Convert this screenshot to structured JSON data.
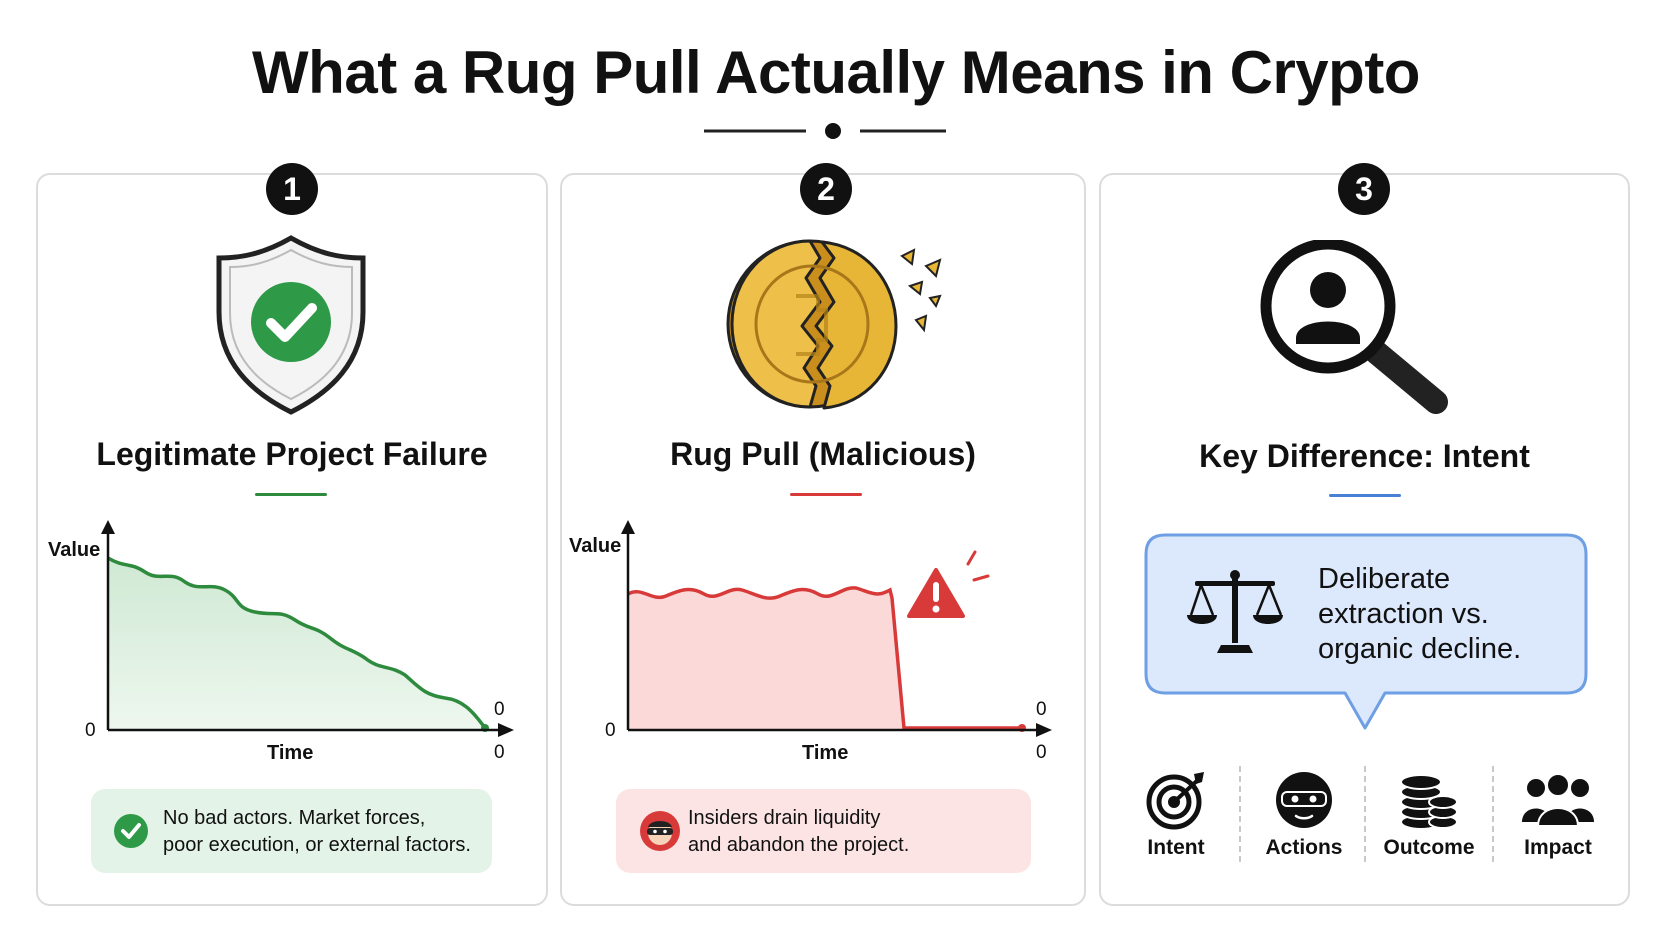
{
  "title": "What a Rug Pull Actually Means in Crypto",
  "colors": {
    "green": "#2e8b3e",
    "red": "#d83a3a",
    "blue": "#4a7fd6",
    "gold": "#e8b637"
  },
  "cards": [
    {
      "number": "1",
      "title": "Legitimate Project Failure",
      "icon": "shield-check-icon",
      "chart": {
        "ylabel": "Value",
        "xlabel": "Time",
        "y_origin": "0",
        "x_end": "0",
        "y_end": "0"
      },
      "note": {
        "line1": "No bad actors. Market forces,",
        "line2": "poor execution, or external factors.",
        "icon": "check-circle-icon"
      }
    },
    {
      "number": "2",
      "title": "Rug Pull (Malicious)",
      "icon": "broken-coin-icon",
      "chart": {
        "ylabel": "Value",
        "xlabel": "Time",
        "y_origin": "0",
        "x_end": "0",
        "y_end": "0"
      },
      "note": {
        "line1": "Insiders drain liquidity",
        "line2": "and abandon the project.",
        "icon": "masked-thief-icon"
      }
    },
    {
      "number": "3",
      "title": "Key Difference: Intent",
      "icon": "magnifier-person-icon",
      "bubble": {
        "line1": "Deliberate",
        "line2": "extraction vs.",
        "line3": "organic decline.",
        "icon": "scales-icon"
      },
      "factors": [
        {
          "label": "Intent",
          "icon": "target-icon"
        },
        {
          "label": "Actions",
          "icon": "masked-face-icon"
        },
        {
          "label": "Outcome",
          "icon": "coin-stack-icon"
        },
        {
          "label": "Impact",
          "icon": "people-group-icon"
        }
      ]
    }
  ]
}
